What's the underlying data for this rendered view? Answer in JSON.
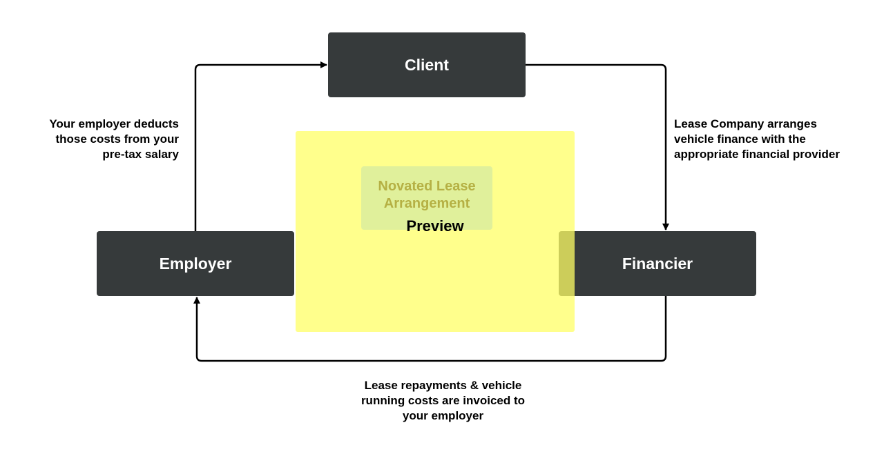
{
  "nodes": {
    "client": "Client",
    "employer": "Employer",
    "financier": "Financier"
  },
  "center": {
    "label": "Novated Lease\nArrangement",
    "overlay": "Preview"
  },
  "labels": {
    "employer_to_client": "Your employer deducts\nthose costs from your\npre-tax salary",
    "client_to_financier": "Lease Company arranges\nvehicle finance with the\nappropriate financial provider",
    "financier_to_employer": "Lease repayments & vehicle\nrunning costs are invoiced to\nyour employer"
  },
  "colors": {
    "node_fill": "#363a3b",
    "node_text": "#ffffff",
    "note_fill": "#ffff66",
    "center_text": "#b5b044",
    "line": "#000000"
  }
}
